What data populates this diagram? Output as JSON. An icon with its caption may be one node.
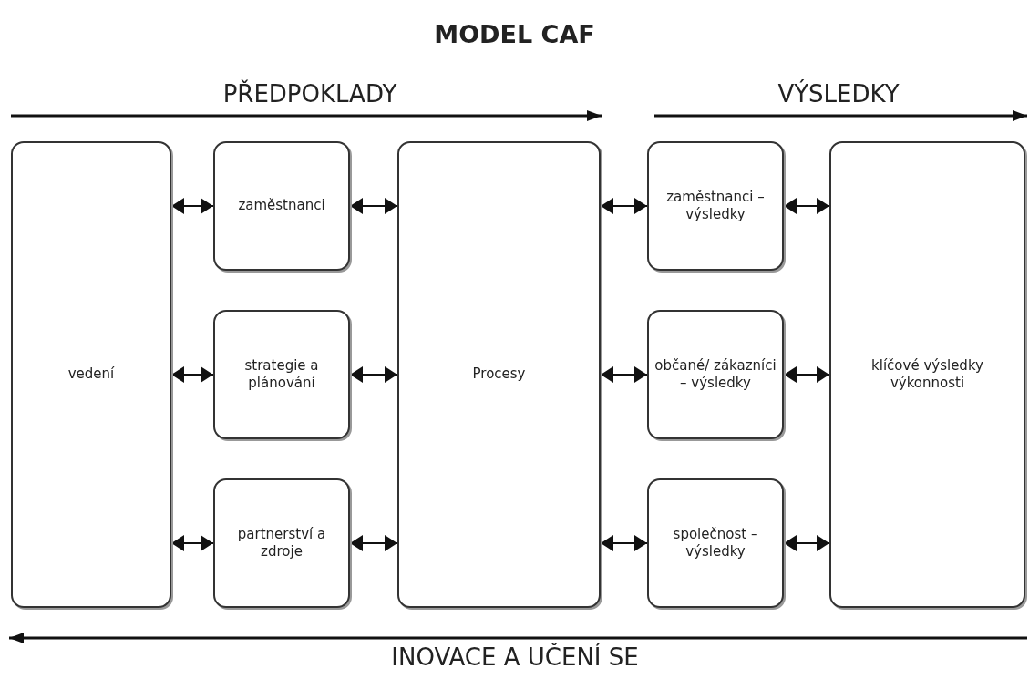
{
  "diagram": {
    "title": "MODEL CAF",
    "nodes": [
      {
        "text": [
          "vedení"
        ]
      },
      {
        "text": [
          "zaměstnanci"
        ]
      },
      {
        "text": [
          "strategie a plánování"
        ]
      },
      {
        "text": [
          "partnerství a zdroje"
        ]
      },
      {
        "text": [
          "Procesy"
        ]
      },
      {
        "text": [
          "zaměstnanci – výsledky"
        ]
      },
      {
        "text": [
          "občané/ zákazníci – výsledky"
        ]
      },
      {
        "text": [
          "společnost – výsledky"
        ]
      },
      {
        "text": [
          "klíčové výsledky výkonnosti"
        ]
      }
    ],
    "edges": [
      {
        "from": 0,
        "to": 1,
        "arrow": "both"
      },
      {
        "from": 0,
        "to": 2,
        "arrow": "both"
      },
      {
        "from": 0,
        "to": 3,
        "arrow": "both"
      },
      {
        "from": 1,
        "to": 4,
        "arrow": "both"
      },
      {
        "from": 2,
        "to": 4,
        "arrow": "both"
      },
      {
        "from": 3,
        "to": 4,
        "arrow": "both"
      },
      {
        "from": 4,
        "to": 5,
        "arrow": "both"
      },
      {
        "from": 4,
        "to": 6,
        "arrow": "both"
      },
      {
        "from": 4,
        "to": 7,
        "arrow": "both"
      },
      {
        "from": 5,
        "to": 8,
        "arrow": "both"
      },
      {
        "from": 6,
        "to": 8,
        "arrow": "both"
      },
      {
        "from": 7,
        "to": 8,
        "arrow": "both"
      }
    ],
    "labels": [
      "PŘEDPOKLADY",
      "VÝSLEDKY",
      "INOVACE A UČENÍ SE"
    ]
  }
}
